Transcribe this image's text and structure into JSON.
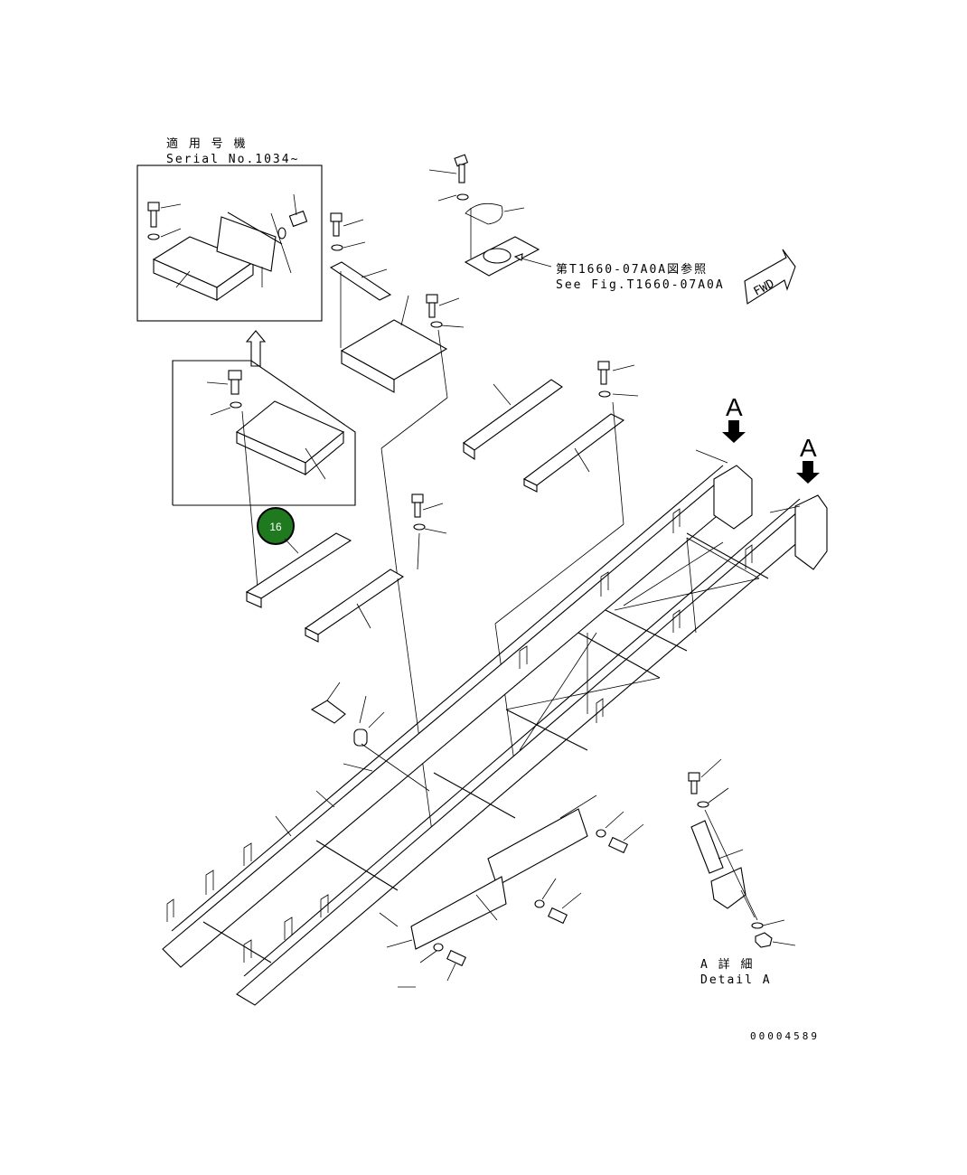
{
  "serial_note": {
    "line1": "適 用 号 機",
    "line2": "Serial No.1034~"
  },
  "reference_note": {
    "line1": "第T1660-07A0A図参照",
    "line2": "See Fig.T1660-07A0A"
  },
  "fwd_label": "FWD",
  "view_marker_a1": "A",
  "view_marker_a2": "A",
  "detail_note": {
    "line1": "A 詳 細",
    "line2": "Detail A"
  },
  "drawing_number": "00004589",
  "callout": {
    "number": "16",
    "color": "#1f7a1f"
  }
}
